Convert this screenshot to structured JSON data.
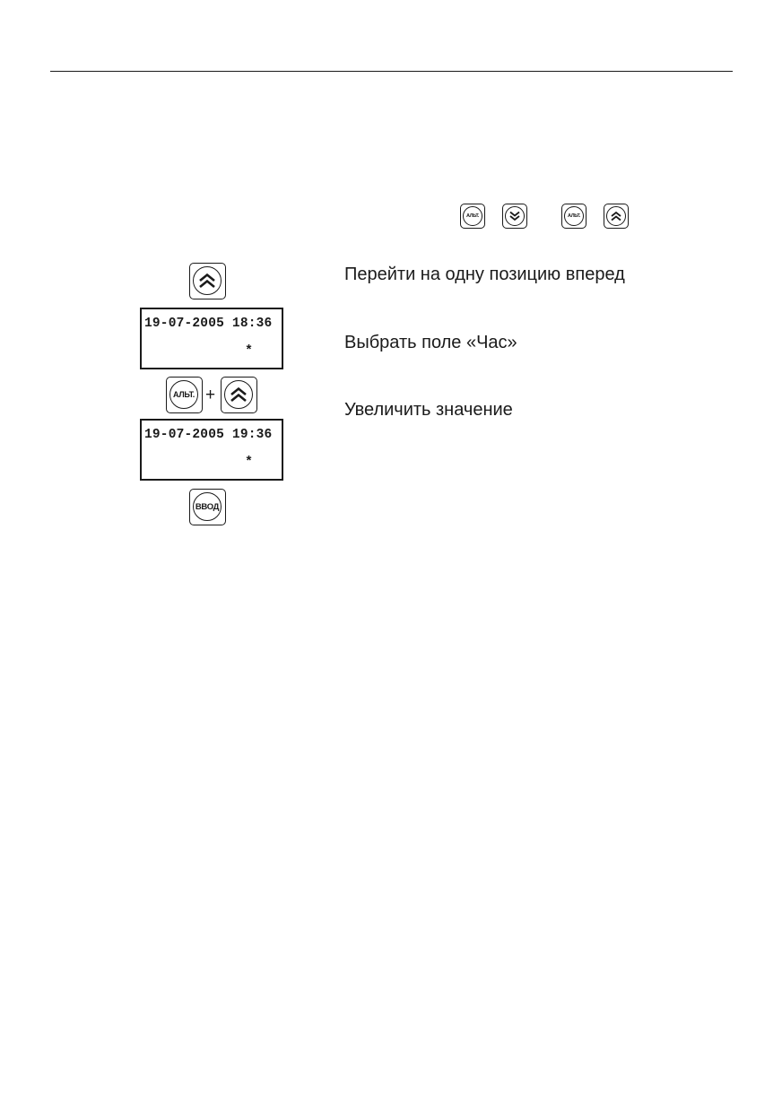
{
  "header_keys": {
    "alt_label": "АЛЬТ.",
    "down_icon": "double-chevron-down-icon",
    "up_icon": "double-chevron-up-icon"
  },
  "procedure": {
    "keys": {
      "up_icon": "double-chevron-up-icon",
      "alt_label": "АЛЬТ.",
      "plus": "+",
      "enter_label": "ВВОД"
    },
    "display_before": {
      "line1": "19-07-2005 18:36",
      "cursor": "*"
    },
    "display_after": {
      "line1": "19-07-2005 19:36",
      "cursor": "*"
    },
    "steps": [
      "Перейти на одну позицию вперед",
      "Выбрать поле «Час»",
      "Увеличить значение"
    ]
  }
}
